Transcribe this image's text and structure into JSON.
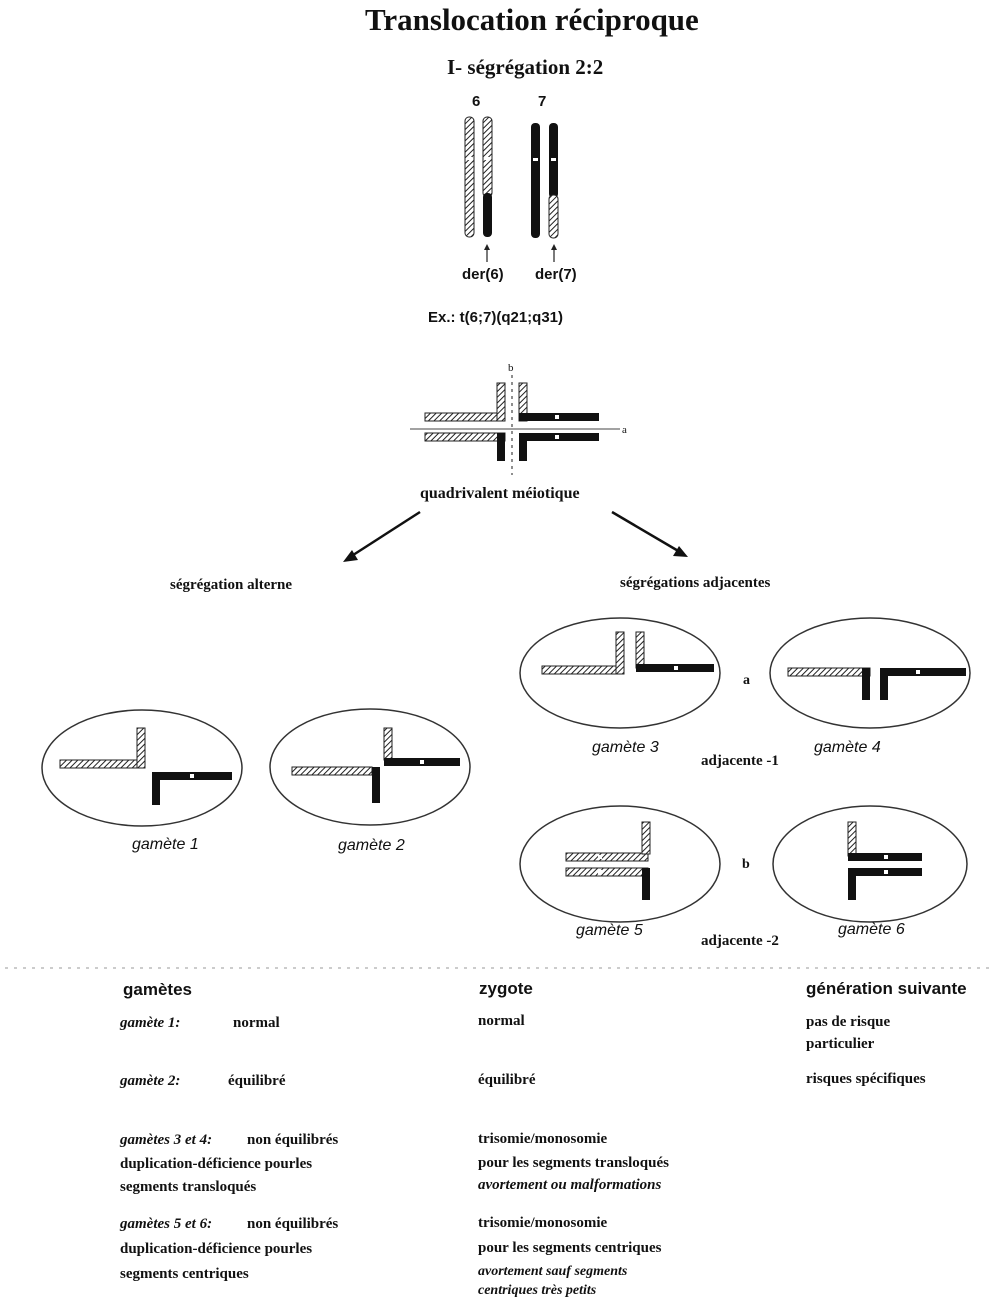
{
  "title": "Translocation réciproque",
  "subtitle": "I- ségrégation 2:2",
  "chromosomes": {
    "label_6": "6",
    "label_7": "7",
    "der_6": "der(6)",
    "der_7": "der(7)",
    "example": "Ex.: t(6;7)(q21;q31)"
  },
  "quadrivalent": {
    "label": "quadrivalent méiotique",
    "axis_a": "a",
    "axis_b": "b"
  },
  "segregation": {
    "alternate": "ségrégation alterne",
    "adjacent": "ségrégations adjacentes",
    "label_a": "a",
    "label_b": "b",
    "adjacent_1": "adjacente -1",
    "adjacent_2": "adjacente -2"
  },
  "gametes": [
    "gamète 1",
    "gamète 2",
    "gamète 3",
    "gamète 4",
    "gamète 5",
    "gamète 6"
  ],
  "table": {
    "headers": [
      "gamètes",
      "zygote",
      "génération suivante"
    ],
    "rows": [
      {
        "gamete_label": "gamète 1:",
        "gamete_status": "normal",
        "gamete_extra": [
          "",
          ""
        ],
        "zygote": [
          "normal",
          "",
          ""
        ],
        "next_gen": [
          "pas de risque",
          "particulier"
        ]
      },
      {
        "gamete_label": "gamète 2:",
        "gamete_status": "équilibré",
        "gamete_extra": [
          "",
          ""
        ],
        "zygote": [
          "équilibré",
          "",
          ""
        ],
        "next_gen": [
          "risques spécifiques",
          ""
        ]
      },
      {
        "gamete_label": "gamètes 3 et 4:",
        "gamete_status": "non équilibrés",
        "gamete_extra": [
          "duplication-déficience pourles",
          "segments transloqués"
        ],
        "zygote": [
          "trisomie/monosomie",
          "pour les segments transloqués",
          "avortement ou malformations"
        ],
        "next_gen": [
          "",
          ""
        ]
      },
      {
        "gamete_label": "gamètes 5 et 6:",
        "gamete_status": "non équilibrés",
        "gamete_extra": [
          "duplication-déficience pourles",
          "segments centriques"
        ],
        "zygote": [
          "trisomie/monosomie",
          "pour les segments centriques",
          "avortement sauf segments",
          "centriques très petits"
        ],
        "next_gen": [
          "",
          ""
        ]
      }
    ]
  }
}
